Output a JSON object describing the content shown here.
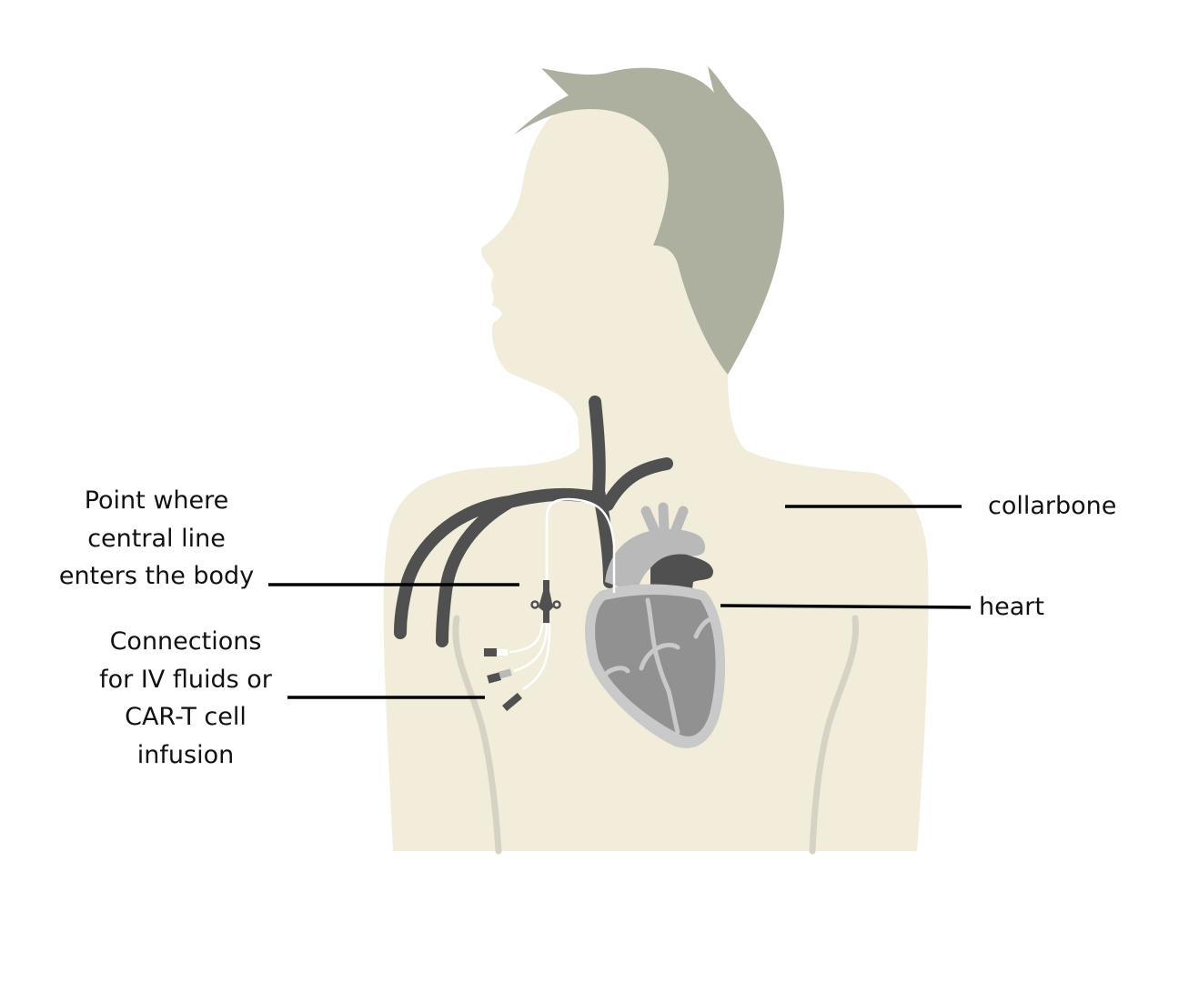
{
  "colors": {
    "skin": "#f2eddb",
    "hair": "#adb09f",
    "veins": "#505050",
    "heart_outer": "#c9c9c9",
    "heart_inner": "#919191",
    "aorta": "#b9b9b9",
    "catheter": "#ffffff",
    "leader_lines": "#000000"
  },
  "labels": {
    "entry_point": [
      "Point where",
      "central line",
      "enters the body"
    ],
    "connections": [
      "Connections",
      "for IV fluids or",
      "CAR-T cell",
      "infusion"
    ],
    "collarbone": "collarbone",
    "heart": "heart"
  }
}
